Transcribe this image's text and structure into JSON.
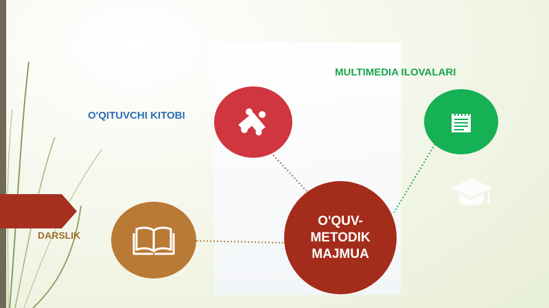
{
  "colors": {
    "accent_red": "#d0363f",
    "accent_green": "#16b055",
    "accent_brown": "#b97a36",
    "center_dark_red": "#a42c1a",
    "label_blue": "#2a6eb6",
    "label_green": "#1aa54f",
    "label_brown": "#9a6a2b"
  },
  "nodes": {
    "center": {
      "label": "O'QUV-\nMETODIK\nMAJMUA"
    },
    "teacher_book": {
      "label": "O'QITUVCHI KITOBI",
      "icon": "puzzle-icon"
    },
    "multimedia": {
      "label": "MULTIMEDIA ILOVALARI",
      "icon": "notepad-icon"
    },
    "textbook": {
      "label": "DARSLIK",
      "icon": "open-book-icon"
    }
  },
  "decor": {
    "icon": "graduation-cap-icon"
  }
}
